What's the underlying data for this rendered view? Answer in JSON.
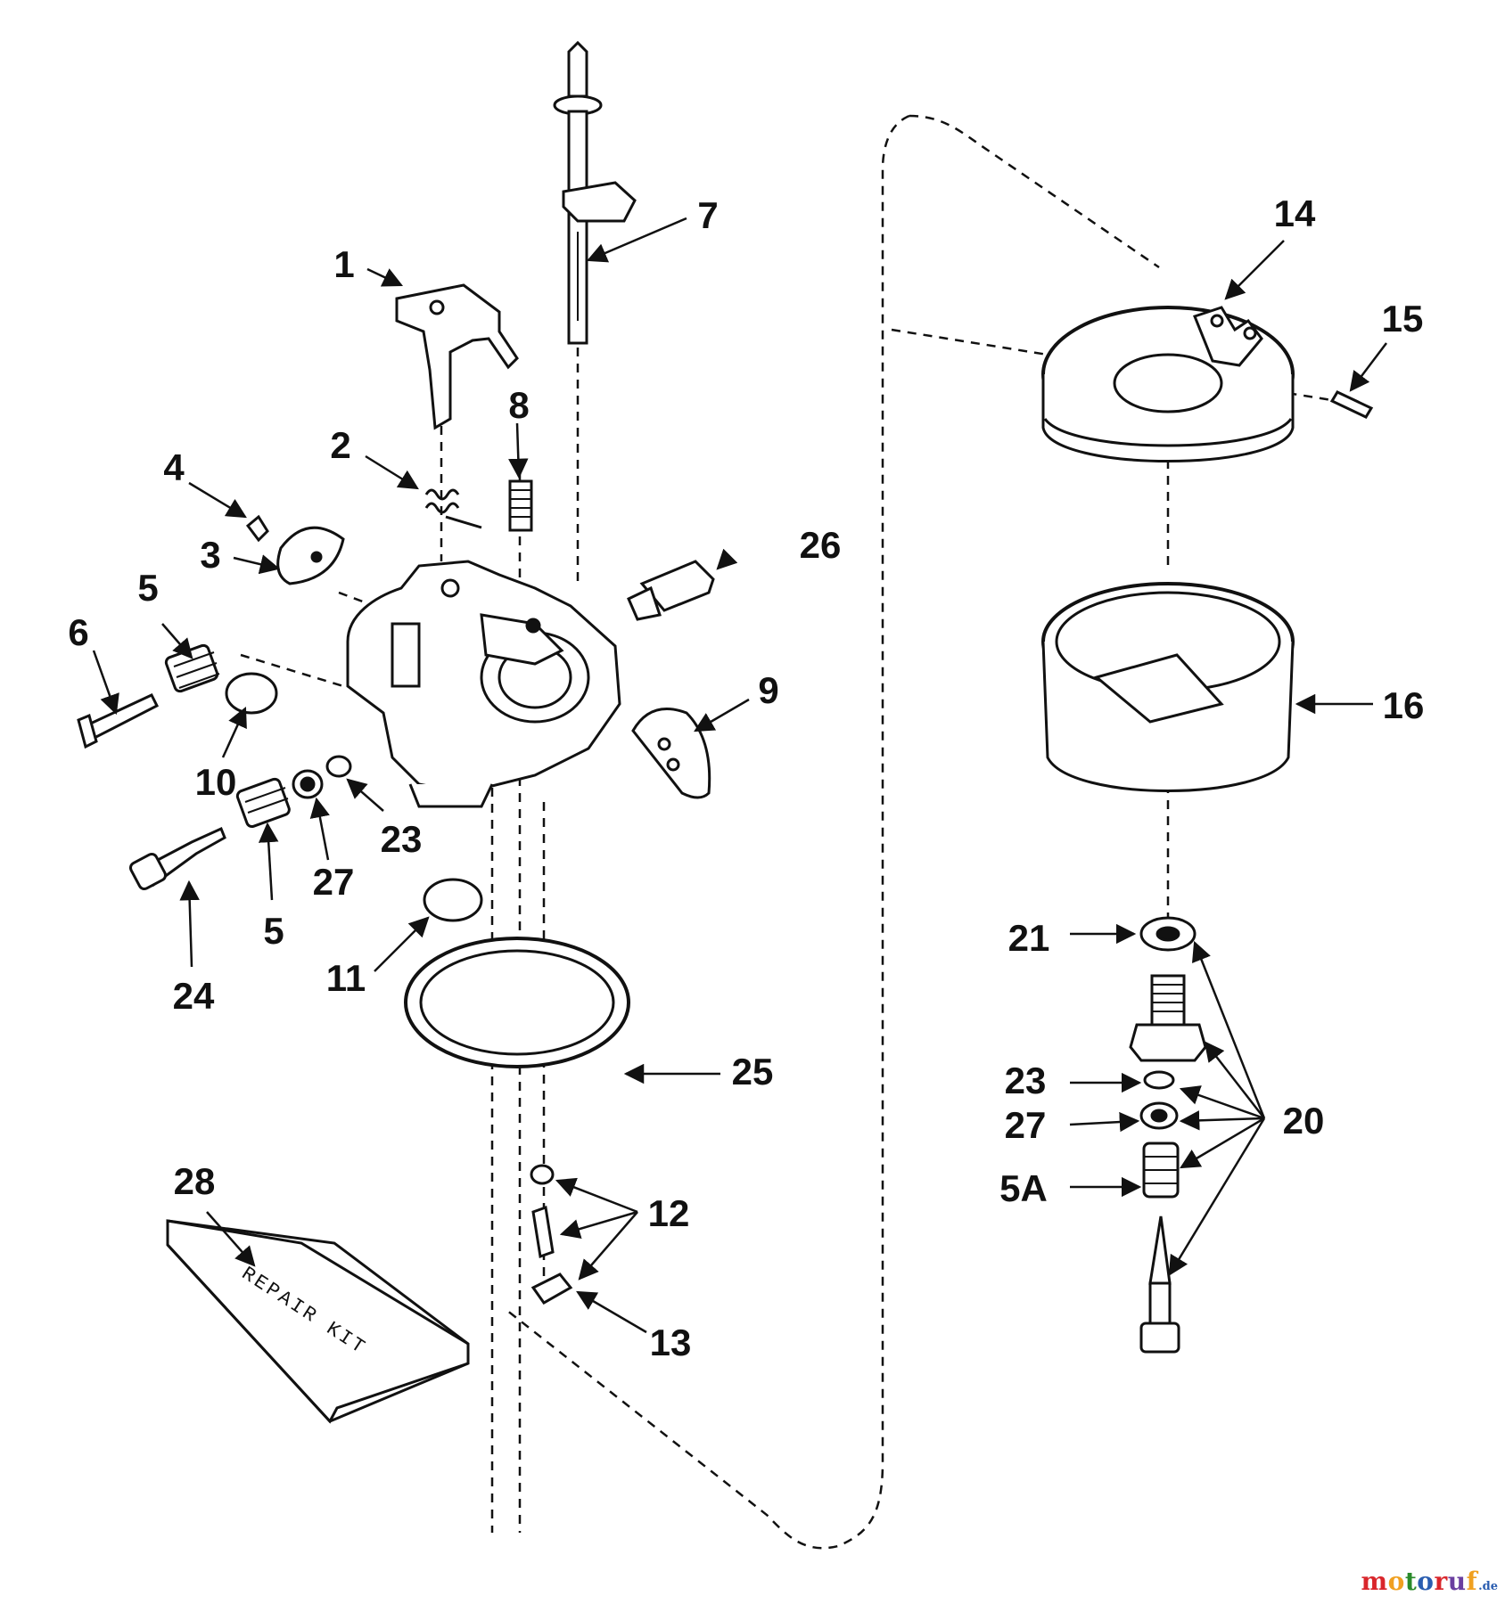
{
  "diagram": {
    "kit_label": "REPAIR KIT",
    "callouts": [
      {
        "id": "c1",
        "text": "1"
      },
      {
        "id": "c2",
        "text": "2"
      },
      {
        "id": "c3",
        "text": "3"
      },
      {
        "id": "c4",
        "text": "4"
      },
      {
        "id": "c5a",
        "text": "5"
      },
      {
        "id": "c6",
        "text": "6"
      },
      {
        "id": "c7",
        "text": "7"
      },
      {
        "id": "c8",
        "text": "8"
      },
      {
        "id": "c9",
        "text": "9"
      },
      {
        "id": "c10",
        "text": "10"
      },
      {
        "id": "c23a",
        "text": "23"
      },
      {
        "id": "c27a",
        "text": "27"
      },
      {
        "id": "c5b",
        "text": "5"
      },
      {
        "id": "c24",
        "text": "24"
      },
      {
        "id": "c11",
        "text": "11"
      },
      {
        "id": "c25",
        "text": "25"
      },
      {
        "id": "c26",
        "text": "26"
      },
      {
        "id": "c28",
        "text": "28"
      },
      {
        "id": "c12",
        "text": "12"
      },
      {
        "id": "c13",
        "text": "13"
      },
      {
        "id": "c14",
        "text": "14"
      },
      {
        "id": "c15",
        "text": "15"
      },
      {
        "id": "c16",
        "text": "16"
      },
      {
        "id": "c21",
        "text": "21"
      },
      {
        "id": "c23b",
        "text": "23"
      },
      {
        "id": "c27b",
        "text": "27"
      },
      {
        "id": "c5A",
        "text": "5A"
      },
      {
        "id": "c20",
        "text": "20"
      }
    ]
  },
  "watermark": {
    "name": "motoruf",
    "tld": ".de",
    "letter_colors": [
      "#d9262b",
      "#f0a020",
      "#2a8a2a",
      "#2a5db0",
      "#d9262b",
      "#6a3fa0",
      "#f0a020"
    ]
  }
}
